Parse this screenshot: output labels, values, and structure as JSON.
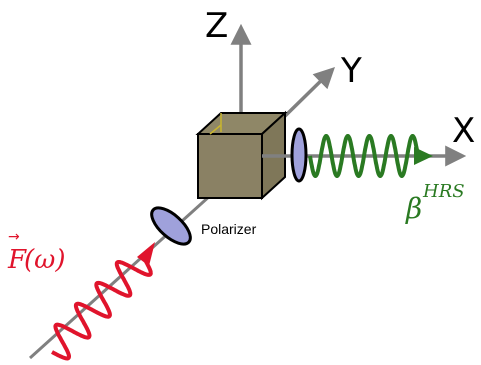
{
  "axes": {
    "z_label": "Z",
    "y_label": "Y",
    "x_label": "X"
  },
  "polarizer_label": "Polarizer",
  "incident_field": {
    "symbol": "F",
    "argument": "(ω)"
  },
  "scattered": {
    "symbol": "β",
    "superscript": "HRS"
  },
  "colors": {
    "axis": "#808080",
    "cube_face": "#8a8164",
    "cube_edge": "#000000",
    "polarizer_fill": "#9fa1db",
    "incident_wave": "#e0142c",
    "scattered_wave": "#2a7a22"
  }
}
